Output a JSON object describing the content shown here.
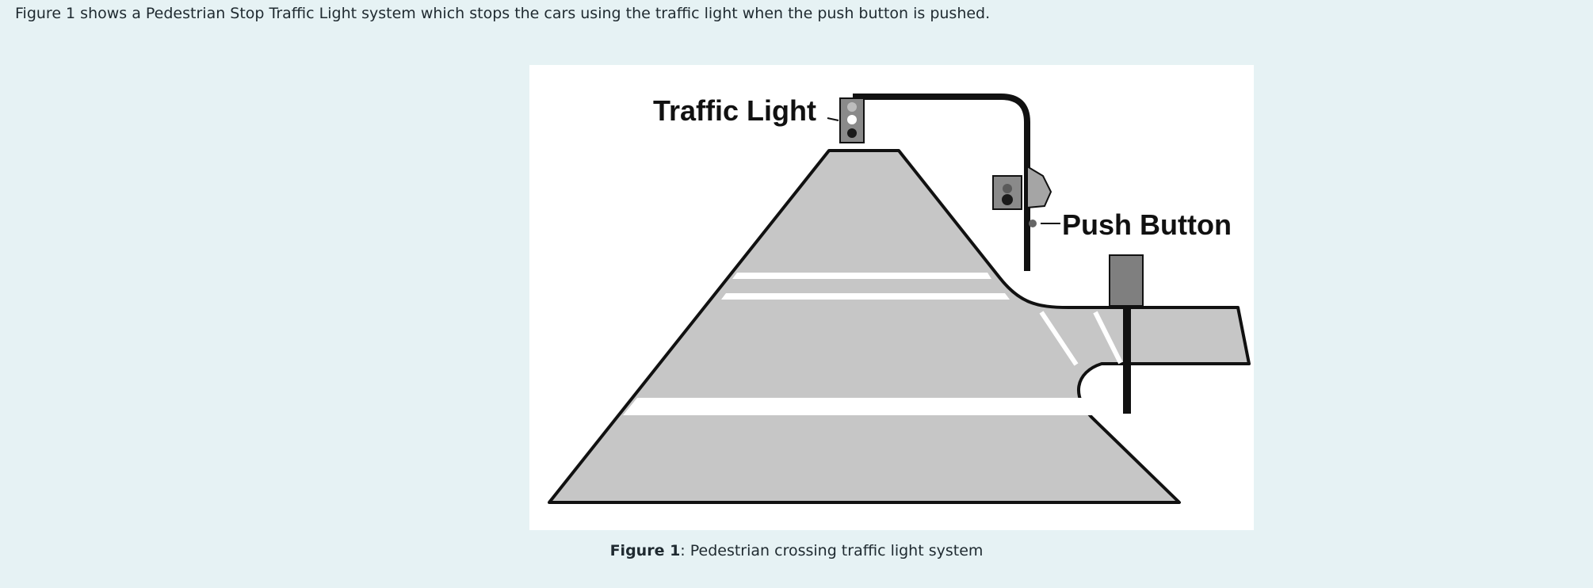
{
  "intro_text": "Figure 1 shows a Pedestrian Stop Traffic Light system which stops the cars using the traffic light when the push button is pushed.",
  "figure": {
    "labels": {
      "traffic_light": "Traffic Light",
      "push_button": "Push Button"
    },
    "colors": {
      "road": "#c6c6c6",
      "stripe": "#ffffff",
      "outline": "#111111",
      "signal_body": "#8a8a8a",
      "background": "#ffffff"
    }
  },
  "caption": {
    "label": "Figure 1",
    "text": ": Pedestrian crossing traffic light system"
  }
}
